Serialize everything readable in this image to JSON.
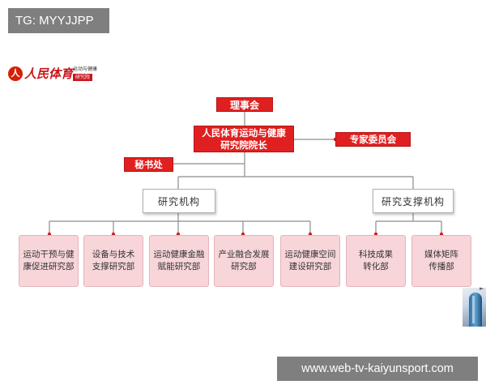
{
  "watermark_top": "TG: MYYJJPP",
  "watermark_bottom": "www.web-tv-kaiyunsport.com",
  "logo": {
    "emblem": "人",
    "name": "人民体育",
    "subtitle": "运动与健康",
    "badge": "研究院"
  },
  "org": {
    "board": "理事会",
    "head_line1": "人民体育运动与健康",
    "head_line2": "研究院院长",
    "experts": "专家委员会",
    "secretariat": "秘书处",
    "research_group": "研究机构",
    "support_group": "研究支撑机构",
    "research_depts": [
      {
        "line1": "运动干预与健",
        "line2": "康促进研究部"
      },
      {
        "line1": "设备与技术",
        "line2": "支撑研究部"
      },
      {
        "line1": "运动健康金融",
        "line2": "赋能研究部"
      },
      {
        "line1": "产业融合发展",
        "line2": "研究部"
      },
      {
        "line1": "运动健康空间",
        "line2": "建设研究部"
      }
    ],
    "support_depts": [
      {
        "line1": "科技成果",
        "line2": "转化部"
      },
      {
        "line1": "媒体矩阵",
        "line2": "传播部"
      }
    ]
  },
  "colors": {
    "red_box": "#e02020",
    "connector": "#8c8c8c",
    "dept_fill": "#f7d5d9",
    "watermark_bg": "#7f7f7f"
  }
}
